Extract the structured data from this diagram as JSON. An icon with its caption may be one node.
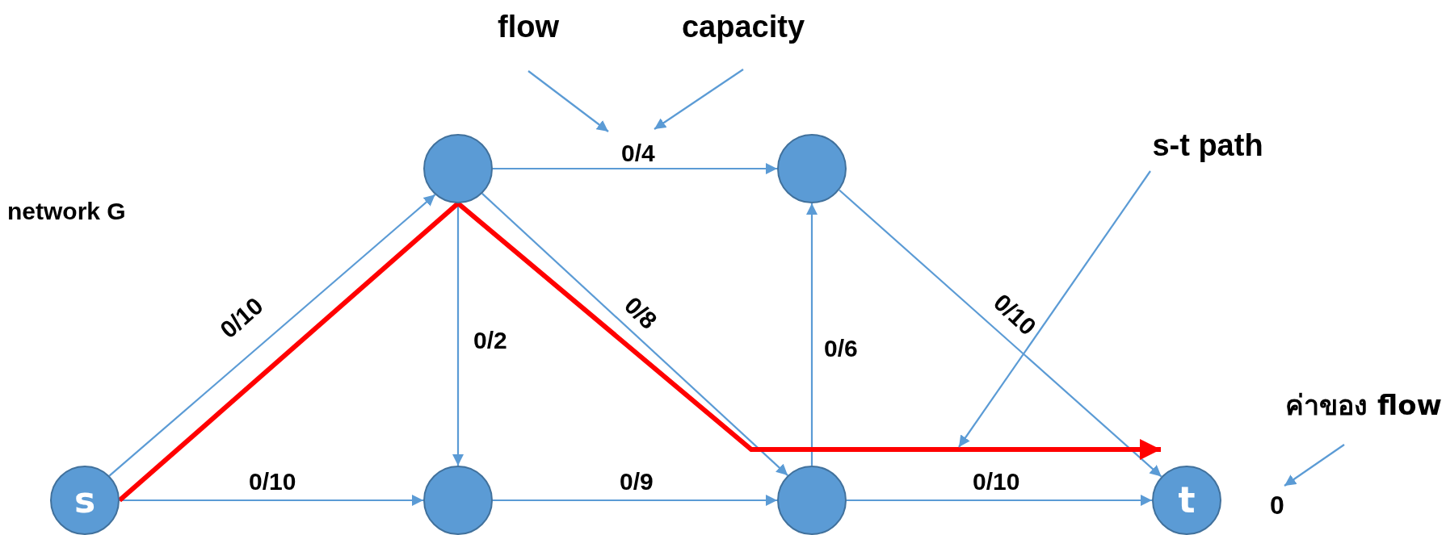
{
  "diagram": {
    "nodes": [
      {
        "text": [
          "s"
        ]
      },
      {
        "text": [],
        "shape": "circle"
      },
      {
        "text": [],
        "shape": "circle"
      },
      {
        "text": [],
        "shape": "circle"
      },
      {
        "text": [],
        "shape": "circle"
      },
      {
        "text": [
          "t"
        ]
      },
      {
        "text": [
          "flow"
        ]
      },
      {
        "text": [
          "capacity"
        ]
      },
      {
        "text": [
          "s-t path"
        ]
      },
      {
        "text": [
          "ค่าของ flow"
        ]
      },
      {
        "text": [
          "0"
        ]
      }
    ],
    "edges": [
      {
        "from": 0,
        "to": 1,
        "arrow": "to",
        "label": "0/10"
      },
      {
        "from": 0,
        "to": 3,
        "arrow": "to",
        "label": "0/10"
      },
      {
        "from": 1,
        "to": 2,
        "arrow": "to",
        "label": "0/4"
      },
      {
        "from": 1,
        "to": 3,
        "arrow": "to",
        "label": "0/2"
      },
      {
        "from": 1,
        "to": 4,
        "arrow": "to",
        "label": "0/8"
      },
      {
        "from": 3,
        "to": 4,
        "arrow": "to",
        "label": "0/9"
      },
      {
        "from": 4,
        "to": 2,
        "arrow": "to",
        "label": "0/6"
      },
      {
        "from": 2,
        "to": 5,
        "arrow": "to",
        "label": "0/10"
      },
      {
        "from": 4,
        "to": 5,
        "arrow": "to",
        "label": "0/10"
      },
      {
        "from": 0,
        "to": 1,
        "arrow": "none",
        "style": "thick",
        "color": "#ff0000"
      },
      {
        "from": 1,
        "to": 5,
        "arrow": "to",
        "style": "thick",
        "color": "#ff0000"
      },
      {
        "from": 6,
        "to": null,
        "arrow": "to"
      },
      {
        "from": 7,
        "to": null,
        "arrow": "to"
      },
      {
        "from": 8,
        "to": null,
        "arrow": "to"
      },
      {
        "from": 9,
        "to": 10,
        "arrow": "to"
      }
    ],
    "labels": [
      "network G"
    ]
  }
}
